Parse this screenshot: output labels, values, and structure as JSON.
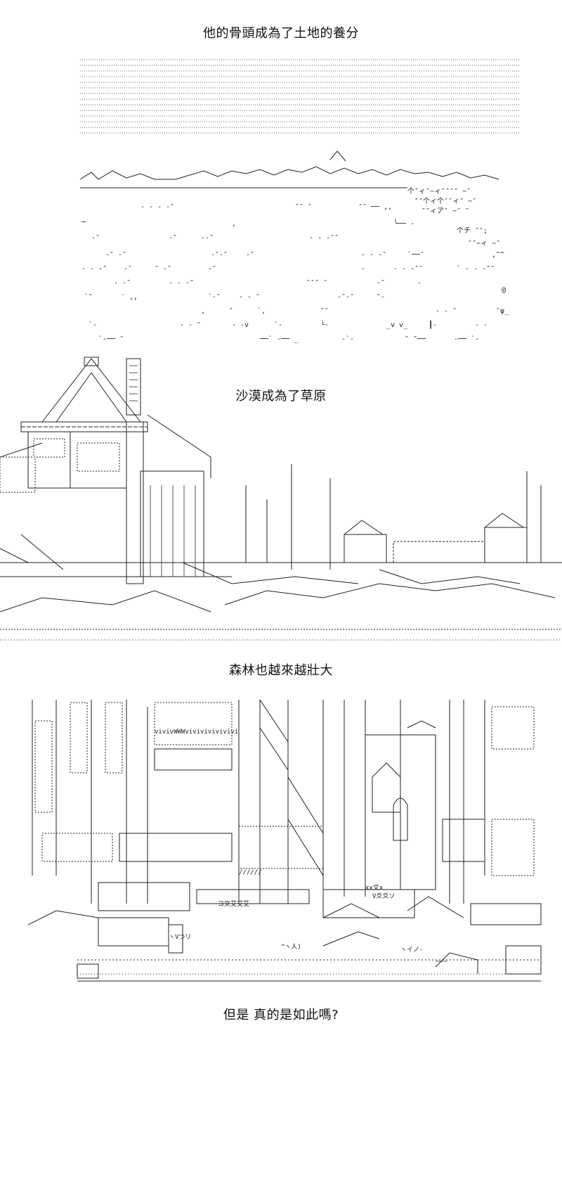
{
  "captions": {
    "bones": "他的骨頭成為了土地的養分",
    "desert": "沙漠成為了草原",
    "forest": "森林也越來越壯大",
    "question": "但是 真的是如此嗎?"
  }
}
